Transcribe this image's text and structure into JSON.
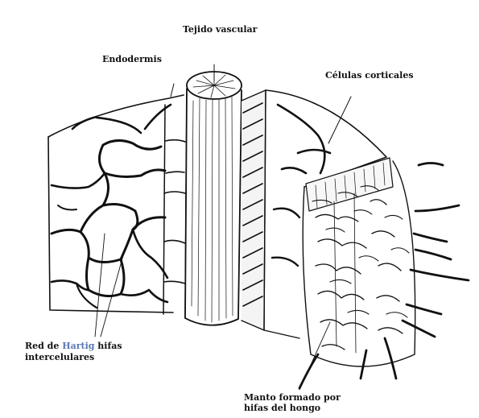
{
  "labels": {
    "vascular": "Tejido vascular",
    "endodermis": "Endodermis",
    "cortical": "Células corticales",
    "hartig_prefix": "Red de ",
    "hartig_name": "Hartig",
    "hartig_suffix": " hifas",
    "hartig_line2": "intercelulares",
    "manto_line1": "Manto formado por",
    "manto_line2": "hifas del hongo"
  }
}
